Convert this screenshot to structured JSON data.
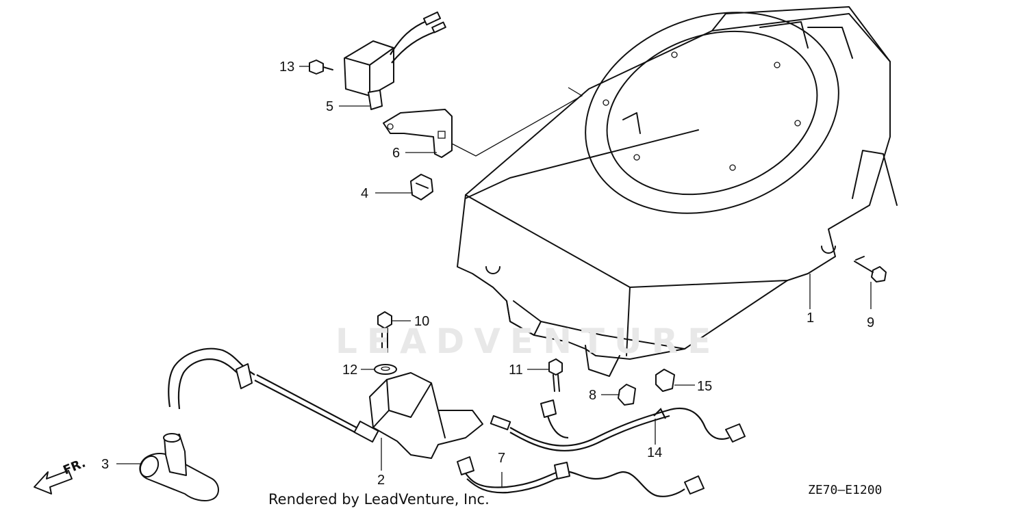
{
  "diagram": {
    "callouts": [
      {
        "id": "1",
        "label": "1"
      },
      {
        "id": "2",
        "label": "2"
      },
      {
        "id": "3",
        "label": "3"
      },
      {
        "id": "4",
        "label": "4"
      },
      {
        "id": "5",
        "label": "5"
      },
      {
        "id": "6",
        "label": "6"
      },
      {
        "id": "7",
        "label": "7"
      },
      {
        "id": "8",
        "label": "8"
      },
      {
        "id": "9",
        "label": "9"
      },
      {
        "id": "10",
        "label": "10"
      },
      {
        "id": "11",
        "label": "11"
      },
      {
        "id": "12",
        "label": "12"
      },
      {
        "id": "13",
        "label": "13"
      },
      {
        "id": "14",
        "label": "14"
      },
      {
        "id": "15",
        "label": "15"
      }
    ],
    "direction_marker": "FR.",
    "diagram_code": "ZE70—E1200",
    "watermark": "LEADVENTURE",
    "footer": "Rendered by LeadVenture, Inc."
  }
}
